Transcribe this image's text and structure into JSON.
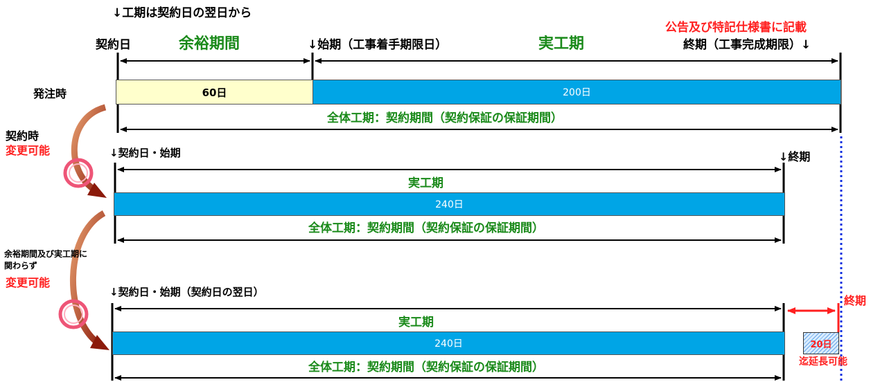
{
  "colors": {
    "bar_blue": "#00a5e6",
    "cream": "#ffffcc",
    "green": "#1a8a1a",
    "red": "#ff2020",
    "dotted_blue": "#1030e0"
  },
  "top": {
    "note": "↓工期は契約日の翌日から",
    "announce": "公告及び特記仕様書に記載",
    "contract_day": "契約日",
    "slack_period": "余裕期間",
    "start": "↓始期（工事着手期限日）",
    "actual_period": "実工期",
    "end": "終期（工事完成期限）↓"
  },
  "row1": {
    "label": "発注時",
    "slack_days": "60日",
    "actual_days": "200日",
    "total": "全体工期：契約期間（契約保証の保証期間）"
  },
  "side1": {
    "label": "契約時",
    "changeable": "変更可能"
  },
  "row2": {
    "start": "↓契約日・始期",
    "end": "↓終期",
    "actual_period": "実工期",
    "days": "240日",
    "total": "全体工期：契約期間（契約保証の保証期間）"
  },
  "side2": {
    "line1": "余裕期間及び実工期に",
    "line2": "関わらず",
    "changeable": "変更可能"
  },
  "row3": {
    "start": "↓契約日・始期（契約日の翌日）",
    "end": "終期",
    "actual_period": "実工期",
    "days": "240日",
    "extension_days": "20日",
    "extendable": "迄延長可能",
    "total": "全体工期：契約期間（契約保証の保証期間）"
  },
  "icons": {
    "arrow": "curved-arrow-icon",
    "circle": "circle-ok-icon"
  }
}
